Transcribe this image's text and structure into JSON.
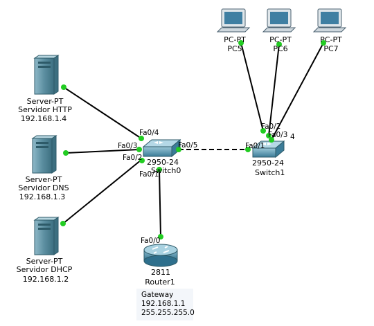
{
  "devices": {
    "server_http": {
      "model": "Server-PT",
      "name": "Servidor HTTP",
      "ip": "192.168.1.4"
    },
    "server_dns": {
      "model": "Server-PT",
      "name": "Servidor DNS",
      "ip": "192.168.1.3"
    },
    "server_dhcp": {
      "model": "Server-PT",
      "name": "Servidor DHCP",
      "ip": "192.168.1.2"
    },
    "switch0": {
      "model": "2950-24",
      "name": "Switch0"
    },
    "switch1": {
      "model": "2950-24",
      "name": "Switch1"
    },
    "router1": {
      "model": "2811",
      "name": "Router1"
    },
    "pc5": {
      "model": "PC-PT",
      "name": "PC5"
    },
    "pc6": {
      "model": "PC-PT",
      "name": "PC6"
    },
    "pc7": {
      "model": "PC-PT",
      "name": "PC7"
    }
  },
  "ports": {
    "sw0_fa04": "Fa0/4",
    "sw0_fa03": "Fa0/3",
    "sw0_fa02": "Fa0/2",
    "sw0_fa01": "Fa0/1",
    "sw0_fa05": "Fa0/5",
    "sw1_fa01": "Fa0/1",
    "sw1_fa02": "Fa0/2",
    "sw1_fa03": "Fa0/3",
    "sw1_fa04": "4",
    "router_fa00": "Fa0/0"
  },
  "note": {
    "title": "Gateway",
    "ip": "192.168.1.1",
    "mask": "255.255.255.0"
  },
  "colors": {
    "link": "#000000",
    "port_up": "#22cc22",
    "server_body": "#5b8ea0",
    "switch_body": "#4a8aa6",
    "router_body": "#4a8aa6"
  }
}
